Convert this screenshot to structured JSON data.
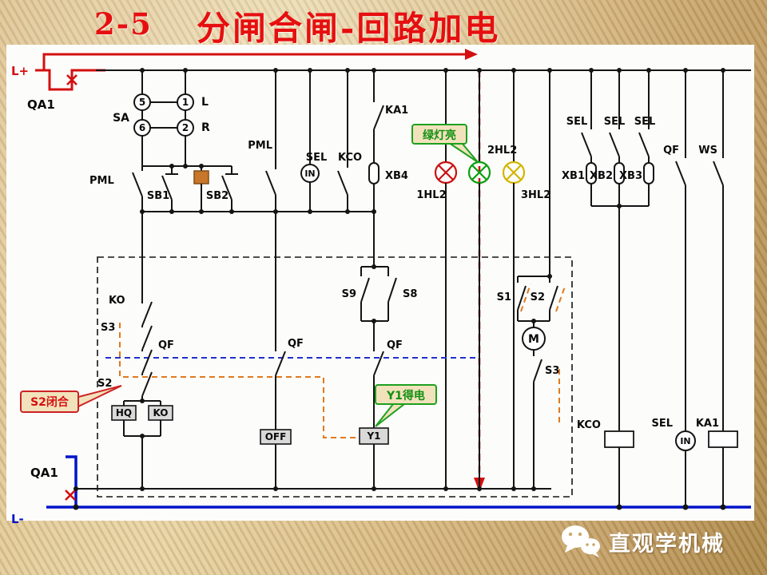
{
  "title": {
    "num": "2-5",
    "main": "分闸合闸-回路加电"
  },
  "labels": {
    "l_plus": "L+",
    "qa1_top": "QA1",
    "qa1_bottom": "QA1",
    "l_minus": "L-"
  },
  "selector_sa": {
    "name": "SA",
    "pos5": "5",
    "pos1": "1",
    "pos6": "6",
    "pos2": "2",
    "left": "L",
    "right": "R"
  },
  "top_row": {
    "pml_left": "PML",
    "sb1": "SB1",
    "sb2": "SB2",
    "pml_mid": "PML",
    "sel": "SEL",
    "in": "IN",
    "kco": "KCO",
    "ka1": "KA1",
    "xb4": "XB4"
  },
  "lamps": {
    "l1": "1HL2",
    "l2": "2HL2",
    "l3": "3HL2"
  },
  "callouts": {
    "green": "绿灯亮",
    "s2": "S2闭合",
    "y1": "Y1得电"
  },
  "logic": {
    "ko": "KO",
    "s3_left": "S3",
    "qf_left": "QF",
    "s2_left": "S2",
    "hq": "HQ",
    "ko_box": "KO",
    "qf_mid": "QF",
    "off": "OFF",
    "s9": "S9",
    "s8": "S8",
    "qf_y1": "QF",
    "y1": "Y1",
    "s1": "S1",
    "s2_right": "S2",
    "m": "M",
    "s3_right": "S3"
  },
  "right": {
    "sel1": "SEL",
    "sel2": "SEL",
    "sel3": "SEL",
    "xb1": "XB1",
    "xb2": "XB2",
    "xb3": "XB3",
    "qf": "QF",
    "ws": "WS",
    "kco": "KCO",
    "sel_low": "SEL",
    "in_low": "IN",
    "ka1": "KA1"
  },
  "watermark": {
    "brand": "直观学机械"
  },
  "colors": {
    "accent_red": "#d40f0f",
    "bus_blue": "#0013c8",
    "lamp_green": "#0ca00c",
    "lamp_yellow": "#d4b500",
    "highlight_orange": "#e07a1e",
    "callout_fill": "#f2e2bc"
  }
}
